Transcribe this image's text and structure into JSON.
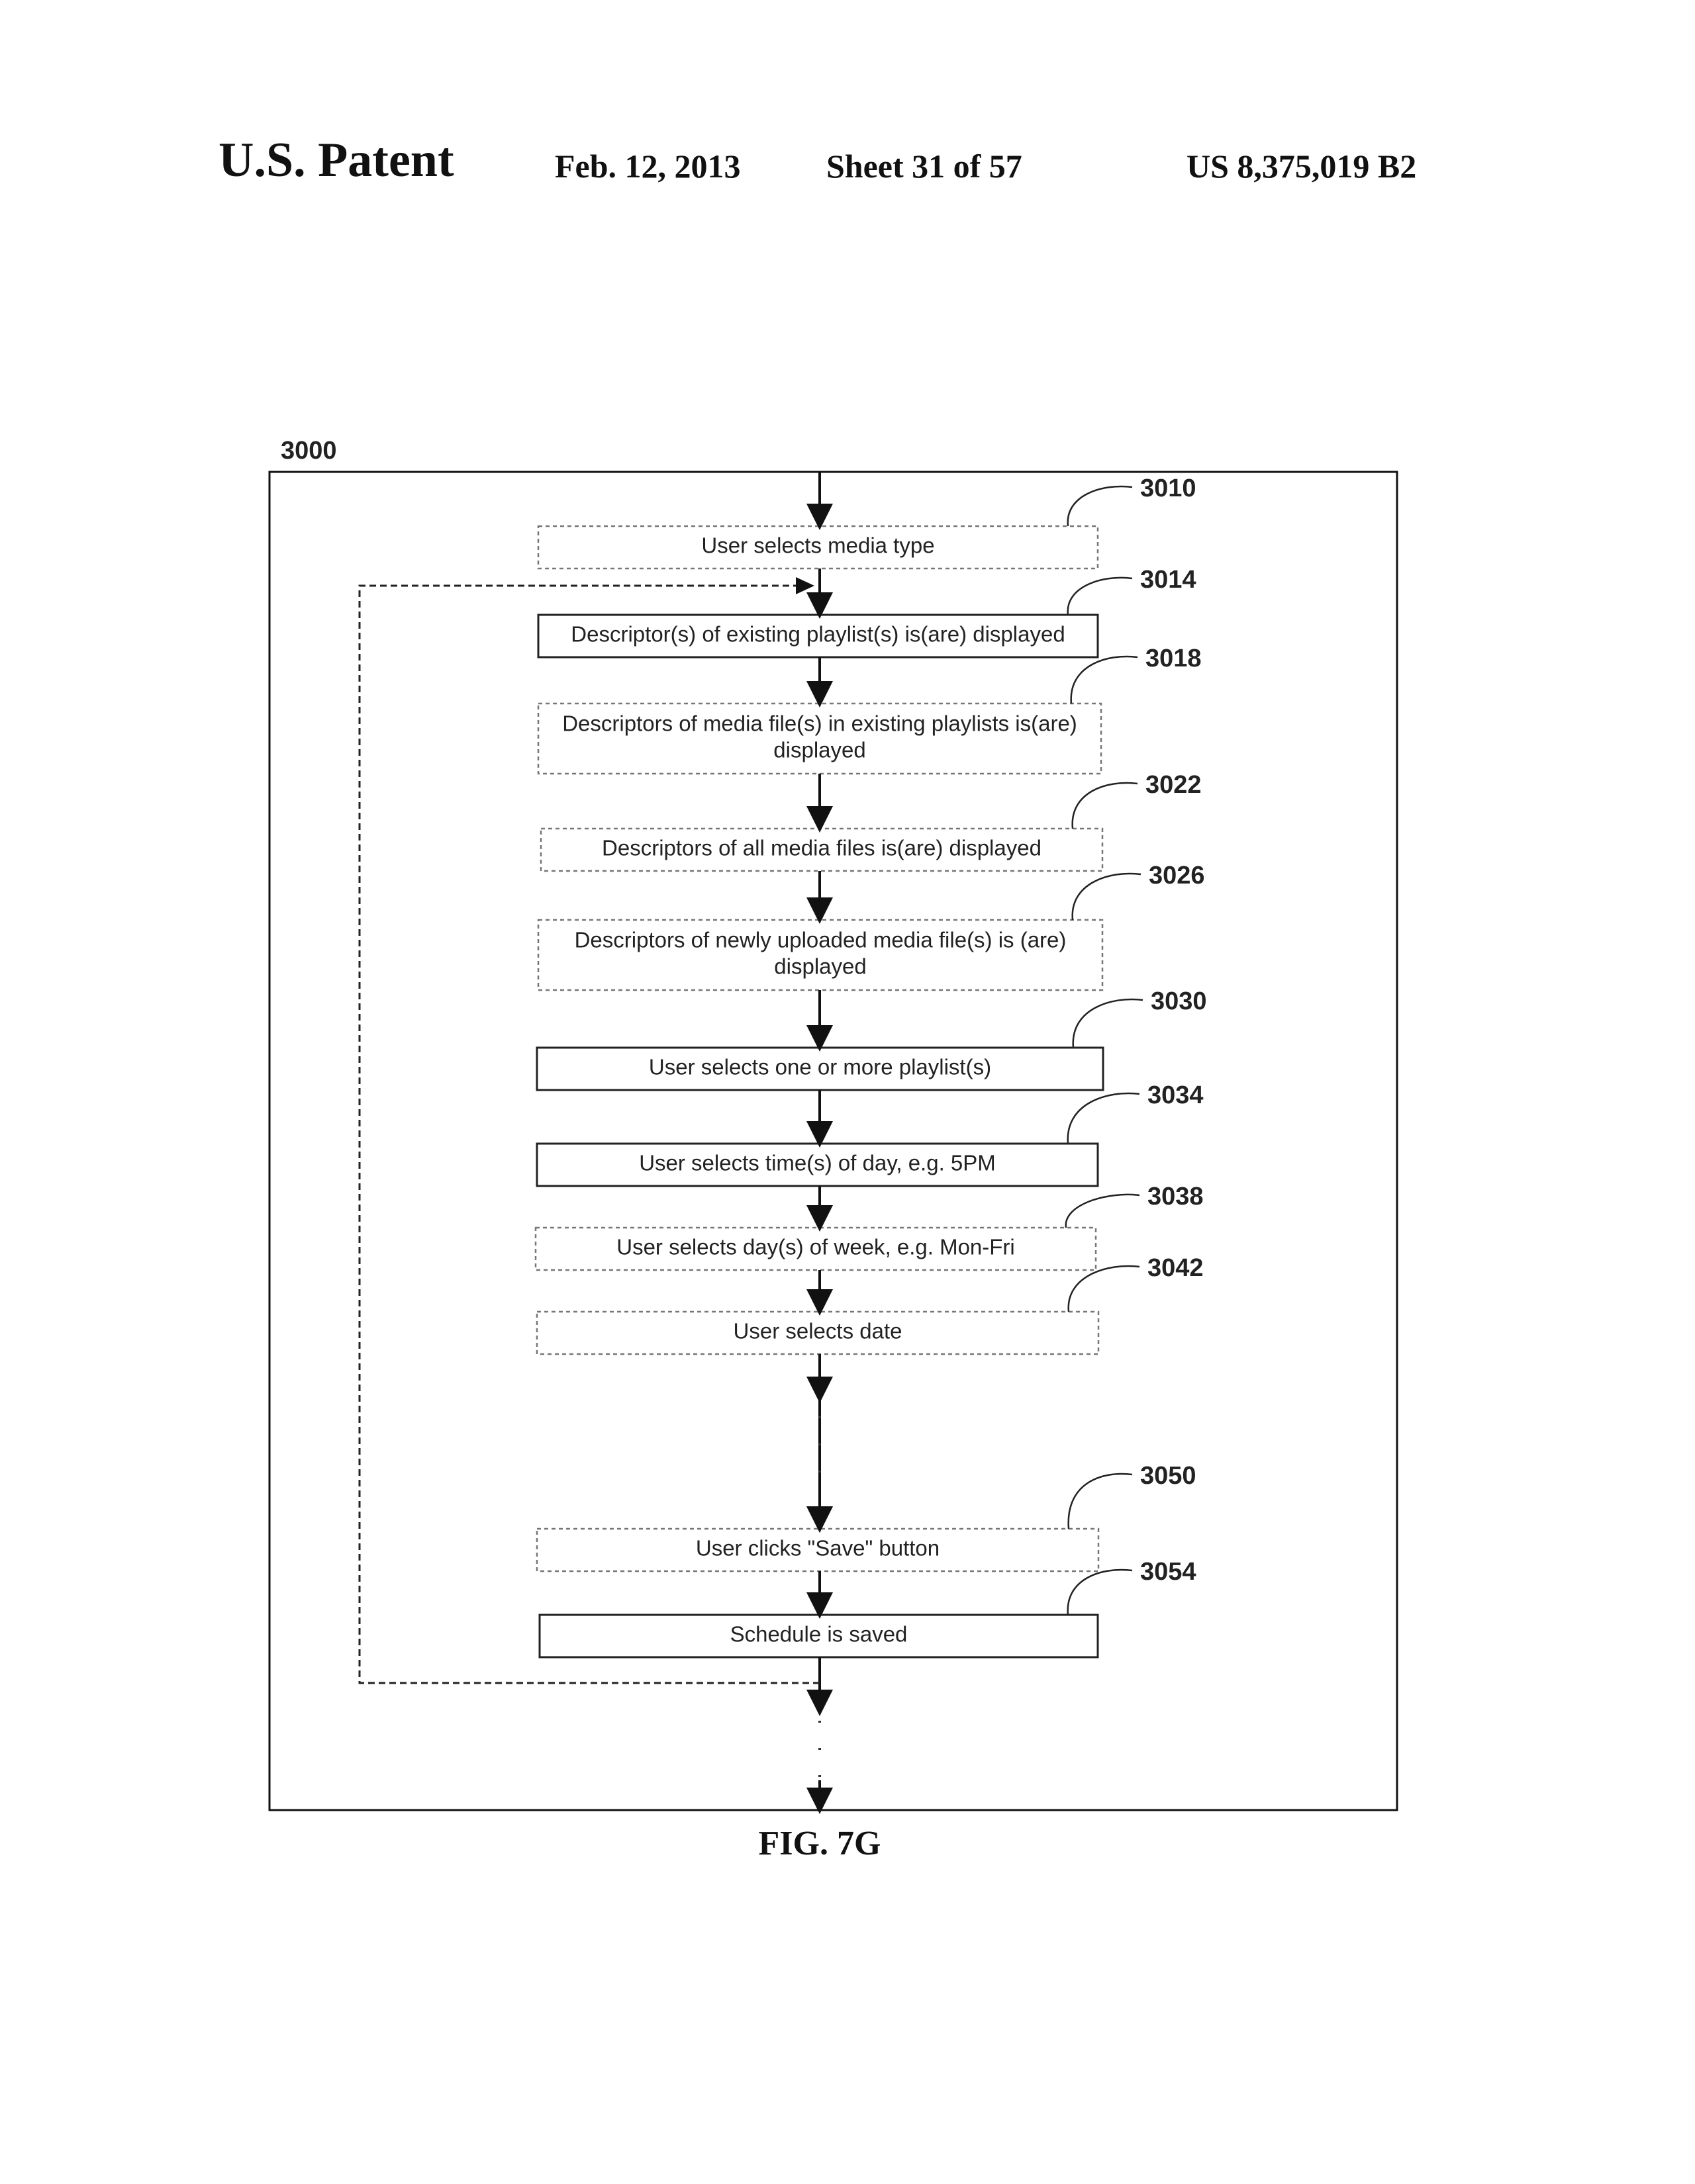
{
  "header": {
    "title": "U.S. Patent",
    "date": "Feb. 12, 2013",
    "sheet": "Sheet 31 of 57",
    "patent_number": "US 8,375,019 B2"
  },
  "figure": {
    "ref": "3000",
    "caption": "FIG. 7G",
    "steps": [
      {
        "ref": "3010",
        "lines": [
          "User selects media type"
        ],
        "style": "dashed"
      },
      {
        "ref": "3014",
        "lines": [
          "Descriptor(s) of existing playlist(s) is(are) displayed"
        ],
        "style": "solid"
      },
      {
        "ref": "3018",
        "lines": [
          "Descriptors of media file(s) in existing playlists is(are)",
          "displayed"
        ],
        "style": "dashed"
      },
      {
        "ref": "3022",
        "lines": [
          "Descriptors of all  media files is(are) displayed"
        ],
        "style": "dashed"
      },
      {
        "ref": "3026",
        "lines": [
          "Descriptors of newly uploaded media file(s) is (are)",
          "displayed"
        ],
        "style": "dashed"
      },
      {
        "ref": "3030",
        "lines": [
          "User selects one or more playlist(s)"
        ],
        "style": "solid"
      },
      {
        "ref": "3034",
        "lines": [
          "User selects time(s) of day, e.g. 5PM"
        ],
        "style": "solid"
      },
      {
        "ref": "3038",
        "lines": [
          "User selects day(s) of week, e.g. Mon-Fri"
        ],
        "style": "dashed"
      },
      {
        "ref": "3042",
        "lines": [
          "User selects date"
        ],
        "style": "dashed"
      },
      {
        "ref": "3050",
        "lines": [
          "User clicks \"Save\" button"
        ],
        "style": "dashed"
      },
      {
        "ref": "3054",
        "lines": [
          "Schedule is saved"
        ],
        "style": "solid"
      }
    ]
  }
}
